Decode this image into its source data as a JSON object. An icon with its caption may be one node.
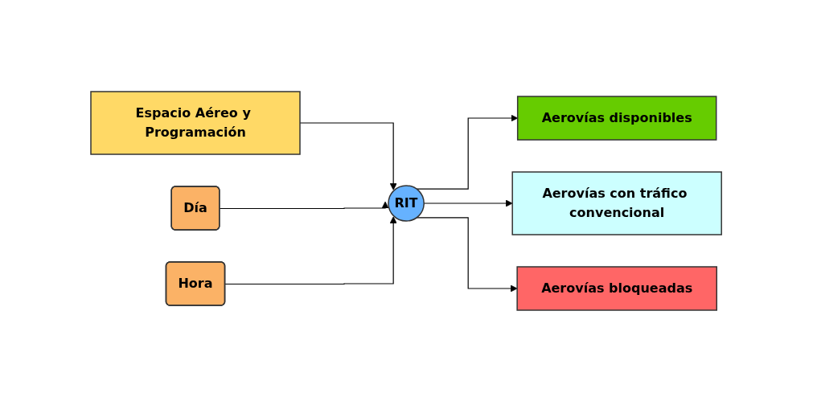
{
  "diagram": {
    "nodes": [
      {
        "text": [
          "Espacio Aéreo y Programación"
        ]
      },
      {
        "text": [
          "Día"
        ]
      },
      {
        "text": [
          "Hora"
        ]
      },
      {
        "text": [
          "RIT"
        ]
      },
      {
        "text": [
          "Aerovías disponibles"
        ]
      },
      {
        "text": [
          "Aerovías con tráfico convencional"
        ]
      },
      {
        "text": [
          "Aerovías bloqueadas"
        ]
      }
    ],
    "edges": [
      {
        "from": 0,
        "to": 3,
        "arrow": "to"
      },
      {
        "from": 1,
        "to": 3,
        "arrow": "to"
      },
      {
        "from": 2,
        "to": 3,
        "arrow": "to"
      },
      {
        "from": 3,
        "to": 4,
        "arrow": "to"
      },
      {
        "from": 3,
        "to": 5,
        "arrow": "to"
      },
      {
        "from": 3,
        "to": 6,
        "arrow": "to"
      }
    ]
  }
}
